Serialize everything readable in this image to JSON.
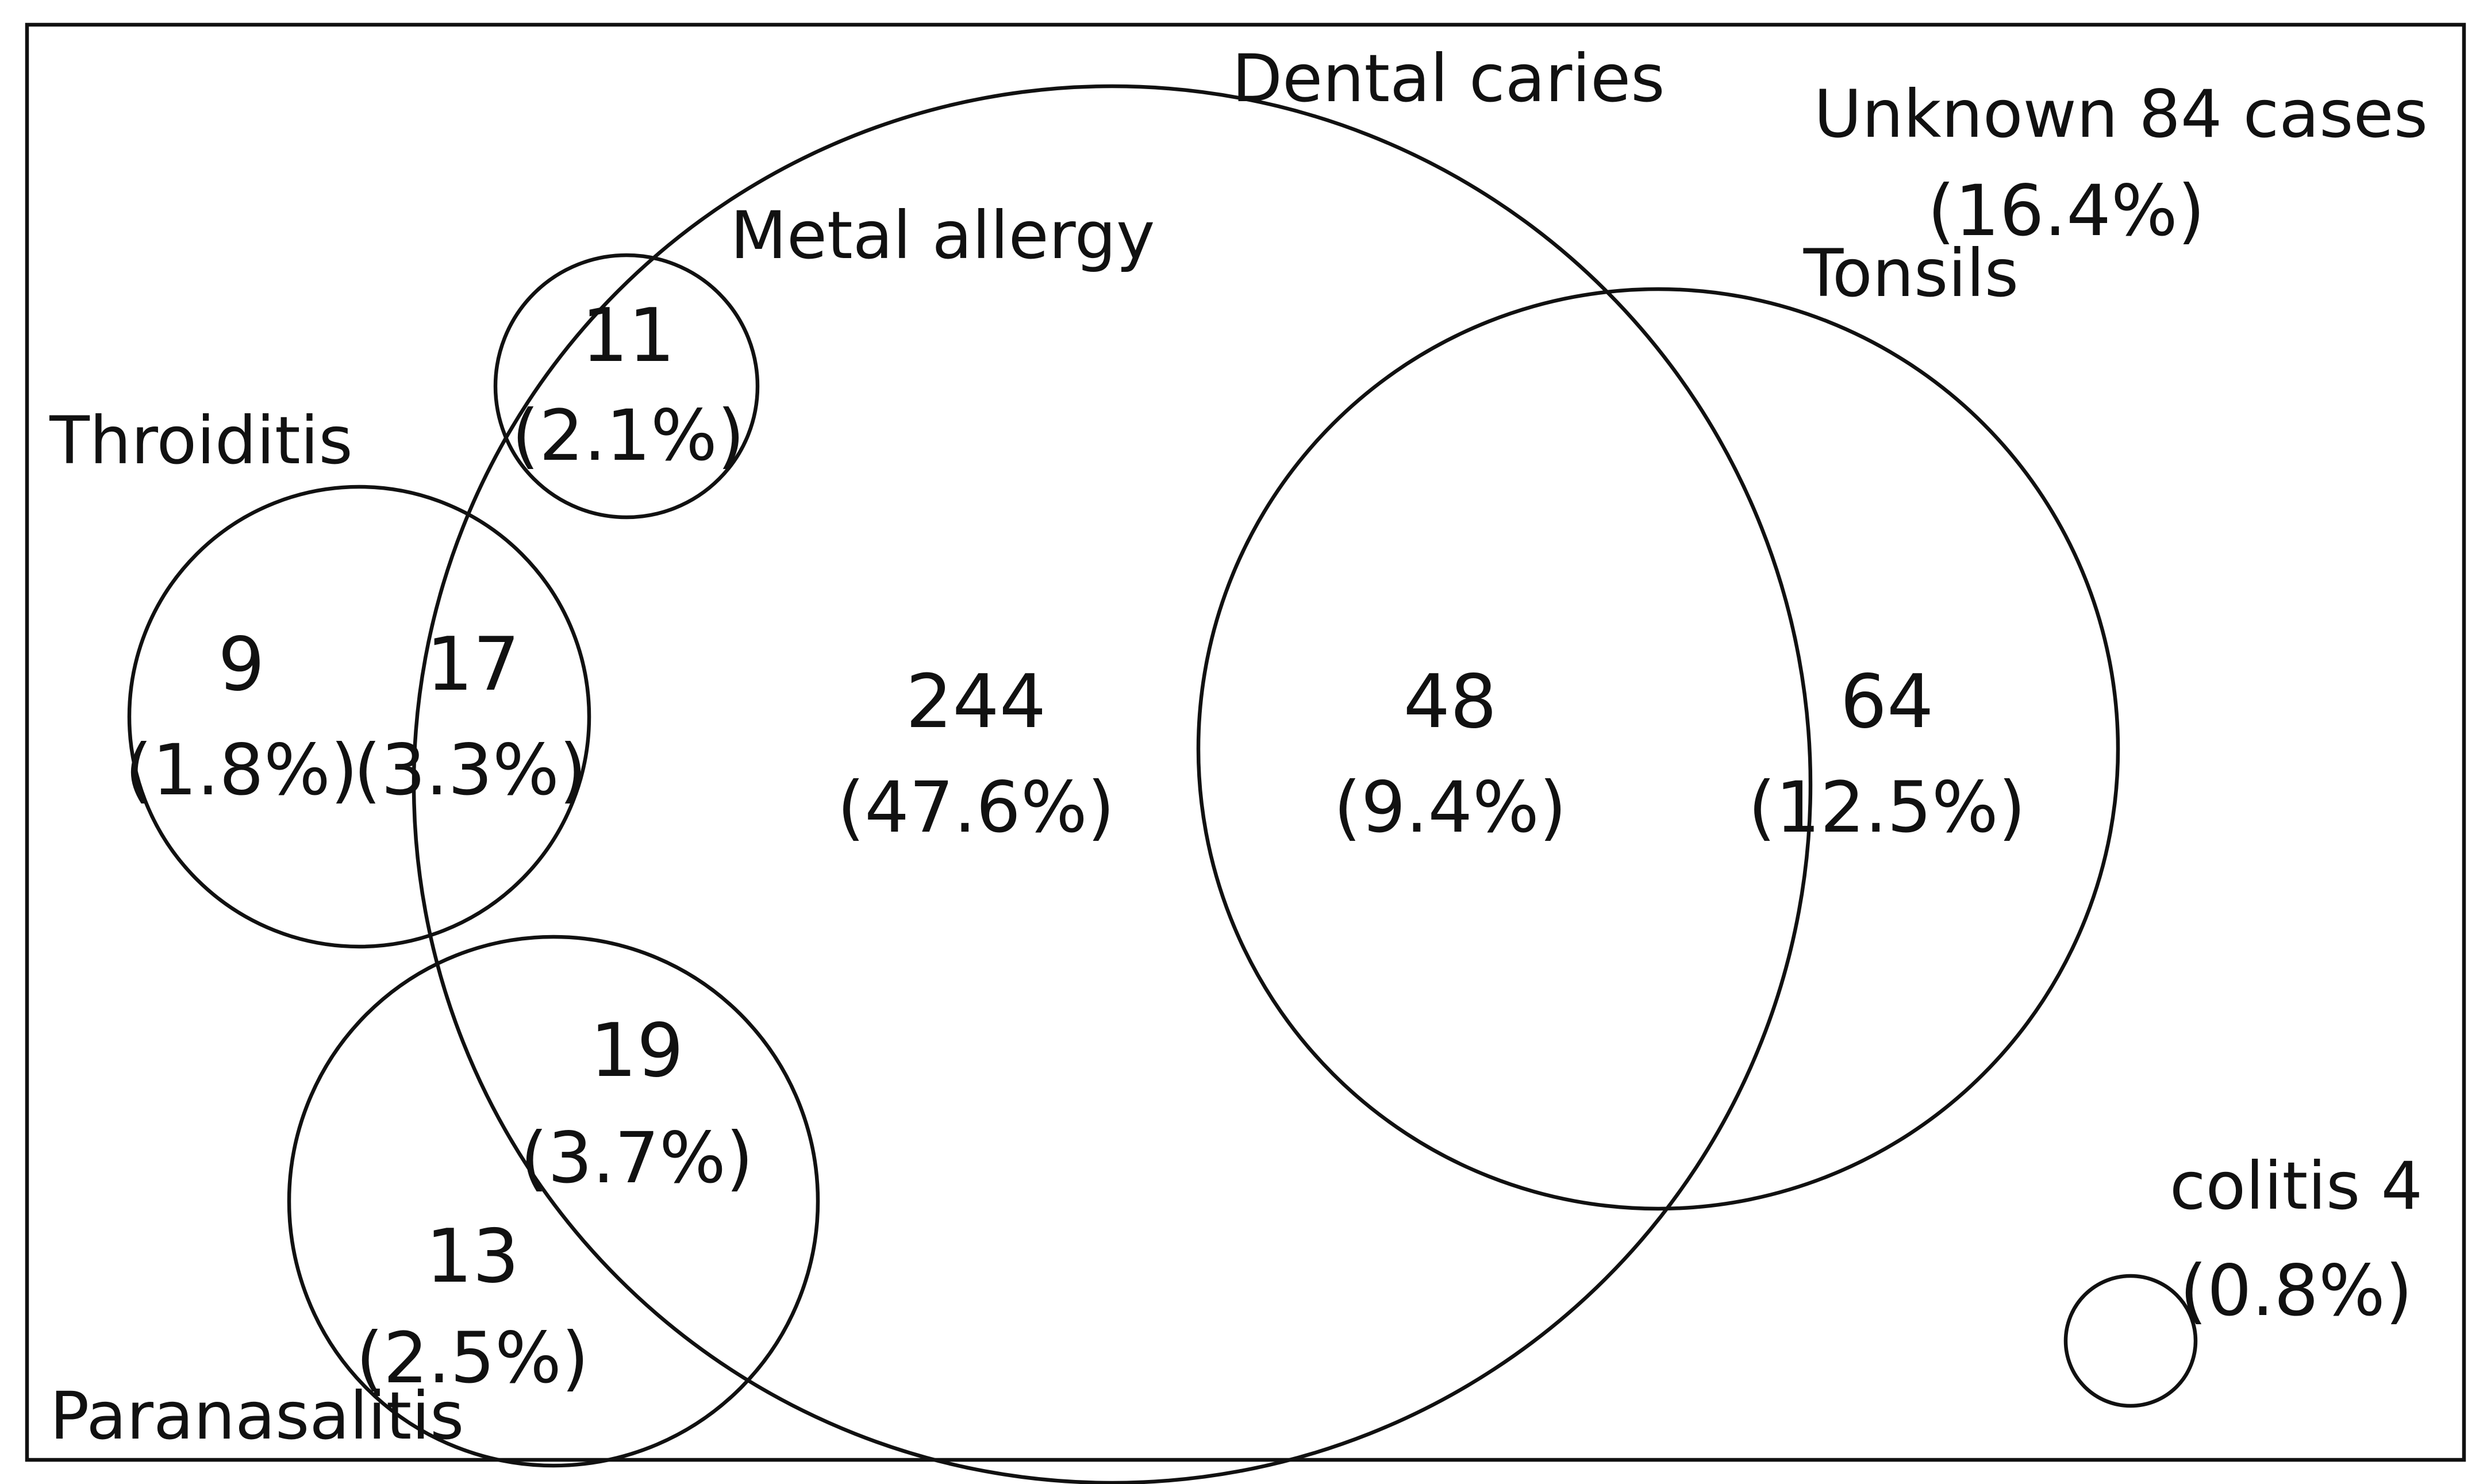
{
  "title": "",
  "sets": [
    {
      "key": "dental_caries",
      "label": "Dental caries"
    },
    {
      "key": "tonsils",
      "label": "Tonsils"
    },
    {
      "key": "metal_allergy",
      "label": "Metal allergy"
    },
    {
      "key": "thyroiditis",
      "label": "Throiditis"
    },
    {
      "key": "paranasalitis",
      "label": "Paranasalitis"
    },
    {
      "key": "colitis",
      "label": "colitis 4"
    }
  ],
  "regions": [
    {
      "key": "metal_allergy_only",
      "sets": [
        "metal_allergy"
      ],
      "count": "11",
      "percent": "(2.1%)"
    },
    {
      "key": "thyroiditis_only",
      "sets": [
        "thyroiditis"
      ],
      "count": "9",
      "percent": "(1.8%)"
    },
    {
      "key": "thyroiditis_dental",
      "sets": [
        "thyroiditis",
        "dental_caries"
      ],
      "count": "17",
      "percent": "(3.3%)"
    },
    {
      "key": "dental_only",
      "sets": [
        "dental_caries"
      ],
      "count": "244",
      "percent": "(47.6%)"
    },
    {
      "key": "dental_tonsils",
      "sets": [
        "dental_caries",
        "tonsils"
      ],
      "count": "48",
      "percent": "(9.4%)"
    },
    {
      "key": "tonsils_only",
      "sets": [
        "tonsils"
      ],
      "count": "64",
      "percent": "(12.5%)"
    },
    {
      "key": "paranasal_dental",
      "sets": [
        "paranasalitis",
        "dental_caries"
      ],
      "count": "19",
      "percent": "(3.7%)"
    },
    {
      "key": "paranasal_only",
      "sets": [
        "paranasalitis"
      ],
      "count": "13",
      "percent": "(2.5%)"
    }
  ],
  "unknown": {
    "label": "Unknown 84 cases",
    "percent": "(16.4%)"
  },
  "colitis": {
    "percent": "(0.8%)"
  }
}
